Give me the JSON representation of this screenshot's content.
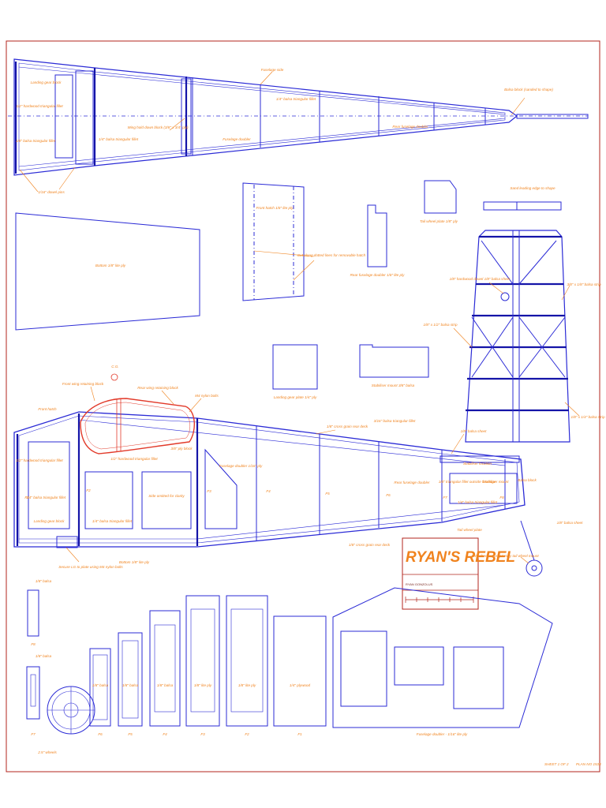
{
  "title_block": {
    "title": "RYAN'S REBEL",
    "designer": "RYAN GONZOLUS",
    "sheet": "SHEET 1 OF 2",
    "plan_no": "PLAN NO 1538"
  },
  "labels": {
    "top_fuselage_side": "Fuselage side",
    "top_landing_gear_block": "Landing gear block",
    "top_half_hardwood_fillet": "1/2\" hardwood triangular fillet",
    "top_eighth_balsa_fillet": "1/8\" balsa triangular fillet",
    "top_quarter_balsa_fillet": "1/4\" balsa triangular fillet",
    "top_wing_hold_down": "Wing hold down block (3/8\" x 3/4\" ply)",
    "top_fuselage_doubler": "Fuselage doubler",
    "top_quarter_balsa_fillet2": "1/4\" balsa triangular fillet",
    "top_rear_fuselage_doubler": "Rear fuselage doubler",
    "top_balsa_block": "Balsa block (sanded to shape)",
    "top_dowel_pins": "1/16\" dowel pins",
    "bottom_sheet": "Bottom 1/8\" lite ply",
    "front_hatch": "Front hatch 1/8\" lite ply",
    "cut_dotted": "Cut along dotted lines for removable hatch",
    "rear_fuselage_doubler": "Rear fuselage doubler 1/8\" lite ply",
    "tail_wheel_plate": "Tail wheel plate 1/8\" ply",
    "sand_leading_edge": "Sand leading edge to shape",
    "hardwood_dowel": "1/8\" hardwood dowel 1/8\" balsa sheet",
    "balsa_strip_38_18": "3/8\" x 1/8\" balsa strip",
    "balsa_strip_18_12": "1/8\" x 1/2\" balsa strip",
    "balsa_strip_18_14": "1/8\" x 1/4\" balsa strip",
    "landing_gear_plate": "Landing gear plate 1/4\" ply",
    "stabiliser_mount": "Stabiliser mount 3/8\" balsa",
    "cg": "C.G.",
    "front_wing_retaining": "Front wing retaining block",
    "rear_wing_retaining": "Rear wing retaining block",
    "m4_nylon_bolts": "M4 nylon bolts",
    "front_hatch_side": "Front hatch",
    "half_hardwood_fillet": "1/2\" hardwood triangular fillet",
    "ply_block": "3/8\" ply block",
    "cross_grain_deck": "1/8\" cross grain rear deck",
    "balsa_fillet_316": "3/16\" balsa triangular fillet",
    "balsa_sheet_18": "1/8\" balsa sheet",
    "stabiliser_location": "Stabiliser location",
    "balsa_fillet_18_outside": "1/8\" triangular fillet outside fuselage",
    "stabiliser_mount_small": "Stabiliser mount",
    "balsa_block_small": "Balsa block",
    "balsa_fillet_14_long": "1/4\" balsa triangular fillet",
    "fuselage_doubler_side": "Fuselage doubler 1/16\" ply",
    "side_half_hardwood": "1/2\" hardwood triangular fillet",
    "side_quarter_balsa": "1/4\" balsa triangular fillet",
    "side_landing_gear_block": "Landing gear block",
    "side_lg_quarter_fillet": "1/4\" balsa triangular fillet",
    "side_sand_clarity": "Side omitted for clarity",
    "rear_fuselage_doubler2": "Rear fuselage doubler",
    "tail_wheel_plate2": "Tail wheel plate",
    "balsa_sheet_bottom": "1/8\" balsa sheet",
    "cross_grain_rear_deck2": "1/8\" cross grain rear deck",
    "secure_lg": "Secure LG to plate using M4 nylon bolts",
    "bottom_ply": "Bottom 1/8\" lite ply",
    "tail_wheel_note": "1/4\" wheel on proprietary tail wheel mount",
    "f8_balsa": "1/8\" balsa",
    "f7_balsa": "1/8\" balsa",
    "wheels": "2.5\" wheels",
    "fuselage_doubler_ply": "Fuselage doubler - 1/16\" lite ply",
    "formers": {
      "f6": "1/8\" balsa",
      "f5": "1/8\" balsa",
      "f4": "1/8\" balsa",
      "f3": "1/8\" lite ply",
      "f2": "1/8\" lite ply",
      "f1": "1/4\" plywood"
    },
    "former_ids": [
      "F8",
      "F7",
      "F6",
      "F5",
      "F4",
      "F3",
      "F2",
      "F1"
    ]
  },
  "former_ids_side": [
    "F1",
    "F2",
    "F3",
    "F4",
    "F5",
    "F6",
    "F7",
    "F8"
  ],
  "colors": {
    "outline": "#2b2bd6",
    "heavy": "#1414a8",
    "annotation": "#f0831e",
    "border": "#b3261e",
    "highlight": "#e23a2a"
  }
}
